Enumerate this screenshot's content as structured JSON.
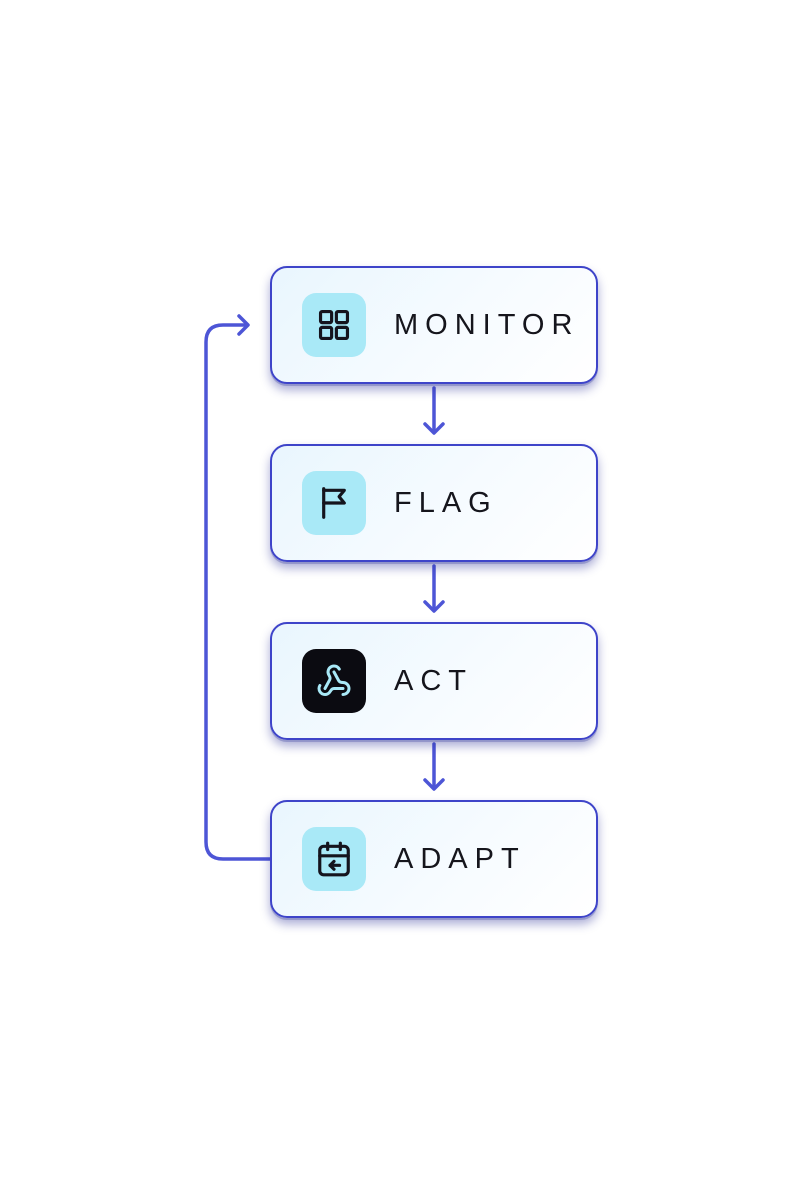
{
  "diagram": {
    "steps": [
      {
        "label": "MONITOR",
        "icon": "layout-grid-icon",
        "icon_style": "light"
      },
      {
        "label": "FLAG",
        "icon": "flag-icon",
        "icon_style": "light"
      },
      {
        "label": "ACT",
        "icon": "webhook-icon",
        "icon_style": "dark"
      },
      {
        "label": "ADAPT",
        "icon": "calendar-return-icon",
        "icon_style": "light"
      }
    ],
    "connections": [
      {
        "from": "MONITOR",
        "to": "FLAG",
        "type": "down-arrow"
      },
      {
        "from": "FLAG",
        "to": "ACT",
        "type": "down-arrow"
      },
      {
        "from": "ACT",
        "to": "ADAPT",
        "type": "down-arrow"
      },
      {
        "from": "ADAPT",
        "to": "MONITOR",
        "type": "loop-back-left"
      }
    ],
    "colors": {
      "box_border": "#3e44c9",
      "box_fill": "#e9f6fe",
      "icon_bg_light": "#a9e9f7",
      "icon_bg_dark": "#0b0b11",
      "icon_ink_dark": "#14141d",
      "icon_ink_light": "#a9e9f7",
      "arrow": "#4d55d6",
      "text": "#15151c"
    }
  }
}
